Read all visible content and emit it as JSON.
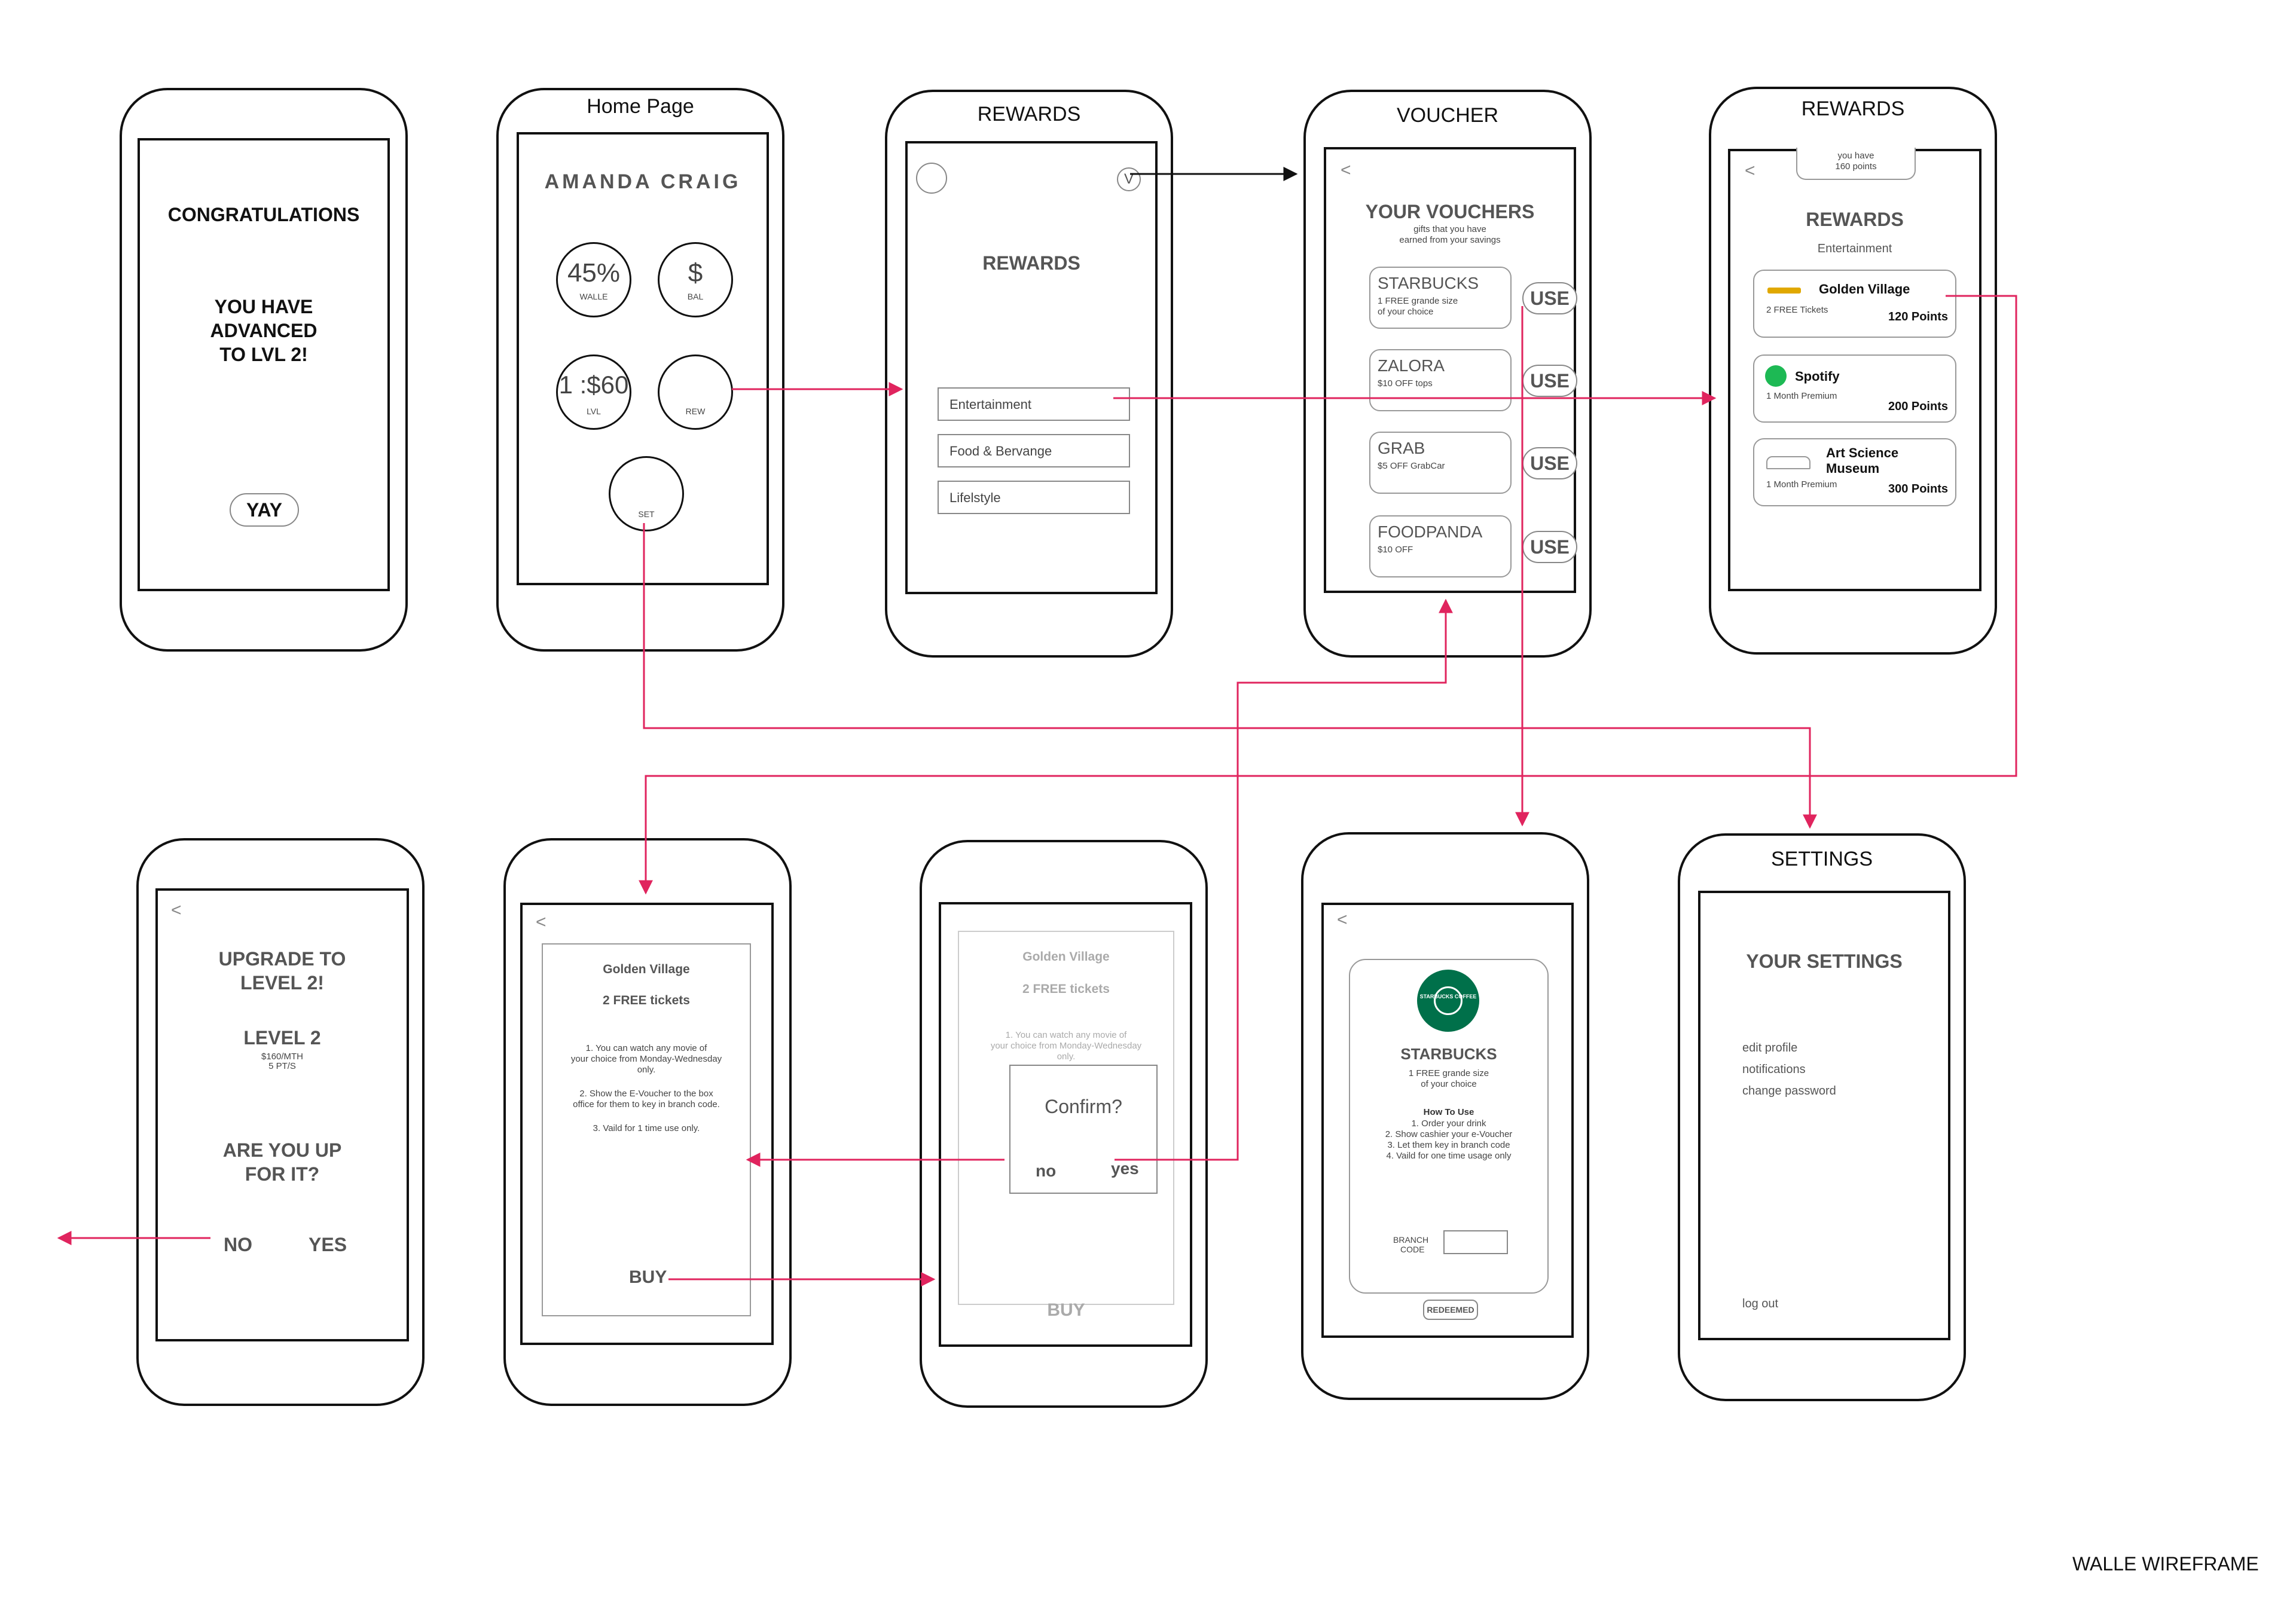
{
  "footer_label": "WALLE WIREFRAME",
  "screen1": {
    "heading": "CONGRATULATIONS",
    "message_lines": [
      "YOU HAVE",
      "ADVANCED",
      "TO LVL 2!"
    ],
    "yay_label": "YAY"
  },
  "screen2": {
    "title": "Home Page",
    "user_name": "AMANDA CRAIG",
    "walle_value": "45%",
    "walle_label": "WALLE",
    "bal_value": "$",
    "bal_label": "BAL",
    "lvl_value": "1 :$60",
    "lvl_label": "LVL",
    "rew_label": "REW",
    "set_label": "SET"
  },
  "screen3": {
    "title": "REWARDS",
    "v_label": "V",
    "heading": "REWARDS",
    "categories": [
      "Entertainment",
      "Food & Bervange",
      "Lifelstyle"
    ]
  },
  "screen4": {
    "title": "VOUCHER",
    "back": "<",
    "heading": "YOUR VOUCHERS",
    "subheading_lines": [
      "gifts that you have",
      "earned from your savings"
    ],
    "use_label": "USE",
    "vouchers": [
      {
        "name": "STARBUCKS",
        "desc_lines": [
          "1 FREE grande size",
          "of your choice"
        ]
      },
      {
        "name": "ZALORA",
        "desc_lines": [
          "$10 OFF tops"
        ]
      },
      {
        "name": "GRAB",
        "desc_lines": [
          "$5 OFF GrabCar"
        ]
      },
      {
        "name": "FOODPANDA",
        "desc_lines": [
          "$10 OFF"
        ]
      }
    ]
  },
  "screen5": {
    "title": "REWARDS",
    "back": "<",
    "points_lines": [
      "you have",
      "160 points"
    ],
    "heading": "REWARDS",
    "category": "Entertainment",
    "rewards": [
      {
        "name": "Golden Village",
        "desc": "2 FREE Tickets",
        "points": "120 Points",
        "logo": "golden-village-logo"
      },
      {
        "name": "Spotify",
        "desc": "1 Month Premium",
        "points": "200 Points",
        "logo": "spotify-logo"
      },
      {
        "name_lines": [
          "Art Science",
          "Museum"
        ],
        "desc": "1 Month Premium",
        "points": "300 Points",
        "logo": "art-science-museum-logo"
      }
    ]
  },
  "screen6": {
    "back": "<",
    "heading_lines": [
      "UPGRADE TO",
      "LEVEL 2!"
    ],
    "level": "LEVEL 2",
    "level_desc_lines": [
      "$160/MTH",
      "5 PT/S"
    ],
    "question_lines": [
      "ARE YOU UP",
      "FOR IT?"
    ],
    "no_label": "NO",
    "yes_label": "YES"
  },
  "screen7": {
    "back": "<",
    "title": "Golden Village",
    "subtitle": "2 FREE tickets",
    "terms": [
      [
        "1. You can watch any movie of",
        "your choice from Monday-Wednesday",
        "only."
      ],
      [
        "2. Show the E-Voucher to the box",
        "office for them to key in branch code."
      ],
      [
        "3. Vaild for 1 time use only."
      ]
    ],
    "buy_label": "BUY"
  },
  "screen8": {
    "title": "Golden Village",
    "subtitle": "2 FREE tickets",
    "faded_lines": [
      "1. You can watch any movie of",
      "your choice from Monday-Wednesday",
      "only."
    ],
    "confirm_label": "Confirm?",
    "no_label": "no",
    "yes_label": "yes",
    "buy_label": "BUY"
  },
  "screen9": {
    "back": "<",
    "logo_label": "STARBUCKS COFFEE",
    "name": "STARBUCKS",
    "desc_lines": [
      "1 FREE grande size",
      "of your choice"
    ],
    "howto_title": "How To Use",
    "howto_lines": [
      "1. Order your drink",
      "2. Show cashier your e-Voucher",
      "3. Let them key in branch code",
      "4. Vaild for one time usage only"
    ],
    "branch_label_lines": [
      "BRANCH",
      "CODE"
    ],
    "redeemed_label": "REDEEMED"
  },
  "screen10": {
    "title": "SETTINGS",
    "heading": "YOUR SETTINGS",
    "options": [
      "edit profile",
      "notifications",
      "change password"
    ],
    "logout_label": "log out"
  },
  "colors": {
    "flow_red": "#e0245e",
    "flow_black": "#111111",
    "spotify_green": "#1db954",
    "starbucks_green": "#00704a",
    "gv_gold": "#e0a800"
  }
}
